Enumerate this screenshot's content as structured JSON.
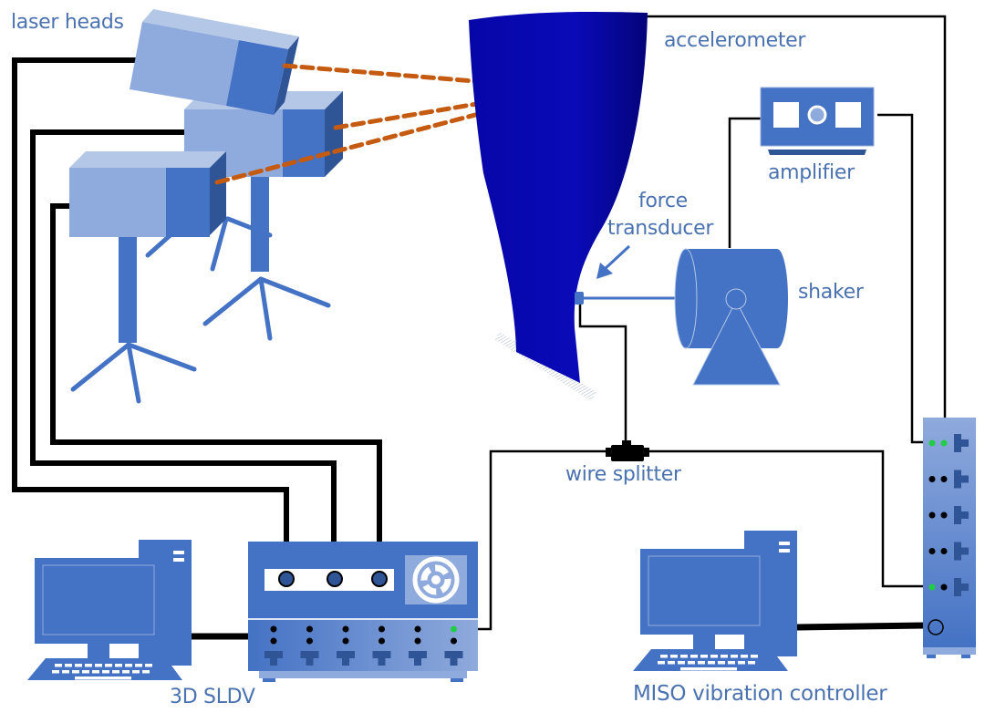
{
  "title": "3D SLDV and MISO vibration test setup",
  "colors": {
    "label": "#4a72b0",
    "device_blue": "#4472c4",
    "device_light": "#8faadc",
    "device_dark": "#2f5597",
    "blade": "#0a0ab4",
    "laser_beam": "#c55a11",
    "cable": "#000000",
    "active_port": "#22cc44"
  },
  "labels": {
    "laser_heads": "laser heads",
    "accelerometer": "accelerometer",
    "amplifier": "amplifier",
    "force_transducer_line1": "force",
    "force_transducer_line2": "transducer",
    "shaker": "shaker",
    "wire_splitter": "wire splitter",
    "sldv": "3D SLDV",
    "miso": "MISO vibration controller"
  },
  "components": [
    {
      "id": "laser-heads",
      "count": 3,
      "icon": "laser-head-icon"
    },
    {
      "id": "blade-specimen",
      "icon": "turbine-blade-icon"
    },
    {
      "id": "accelerometer",
      "icon": "accelerometer-icon"
    },
    {
      "id": "amplifier",
      "icon": "amplifier-icon"
    },
    {
      "id": "force-transducer",
      "icon": "force-transducer-icon"
    },
    {
      "id": "shaker",
      "icon": "shaker-icon"
    },
    {
      "id": "wire-splitter",
      "icon": "splitter-icon"
    },
    {
      "id": "sldv-controller",
      "channels": 6,
      "active_channels": [
        6
      ],
      "icon": "sldv-unit-icon"
    },
    {
      "id": "sldv-computer",
      "icon": "computer-icon"
    },
    {
      "id": "miso-controller",
      "channels": 5,
      "active_channels": [
        1,
        5
      ],
      "icon": "controller-rack-icon"
    },
    {
      "id": "miso-computer",
      "icon": "computer-icon"
    }
  ]
}
